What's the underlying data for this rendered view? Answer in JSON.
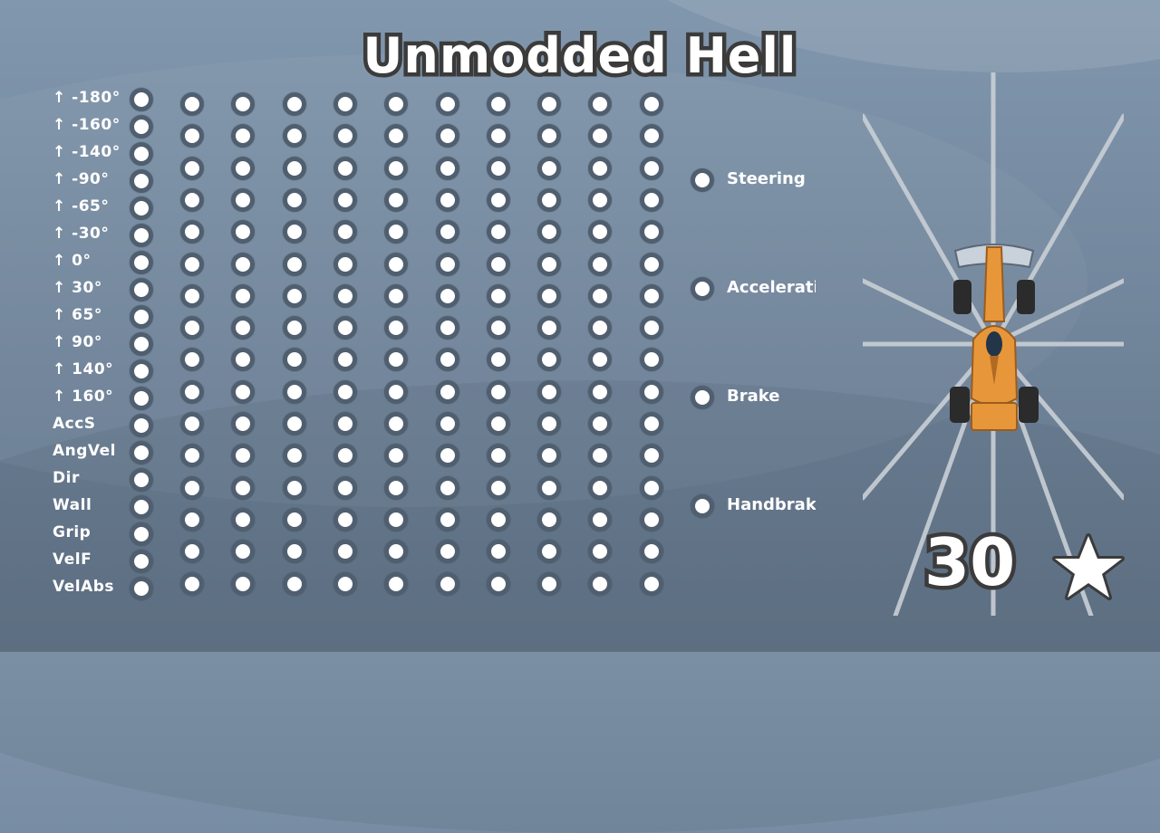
{
  "title": "Unmodded Hell",
  "inputs": [
    "↑ -180°",
    "↑ -160°",
    "↑ -140°",
    "↑ -90°",
    "↑ -65°",
    "↑ -30°",
    "↑ 0°",
    "↑ 30°",
    "↑ 65°",
    "↑ 90°",
    "↑ 140°",
    "↑ 160°",
    "AccS",
    "AngVel",
    "Dir",
    "Wall",
    "Grip",
    "VelF",
    "VelAbs"
  ],
  "hidden_layers": 10,
  "hidden_nodes_per_layer": 16,
  "outputs": [
    "Steering",
    "Acceleration",
    "Brake",
    "Handbrake"
  ],
  "score": "30",
  "score_icon": "star-icon",
  "colors": {
    "car_body": "#e8963a",
    "node_fill": "#ffffff",
    "node_ring": "#4f5f70"
  }
}
